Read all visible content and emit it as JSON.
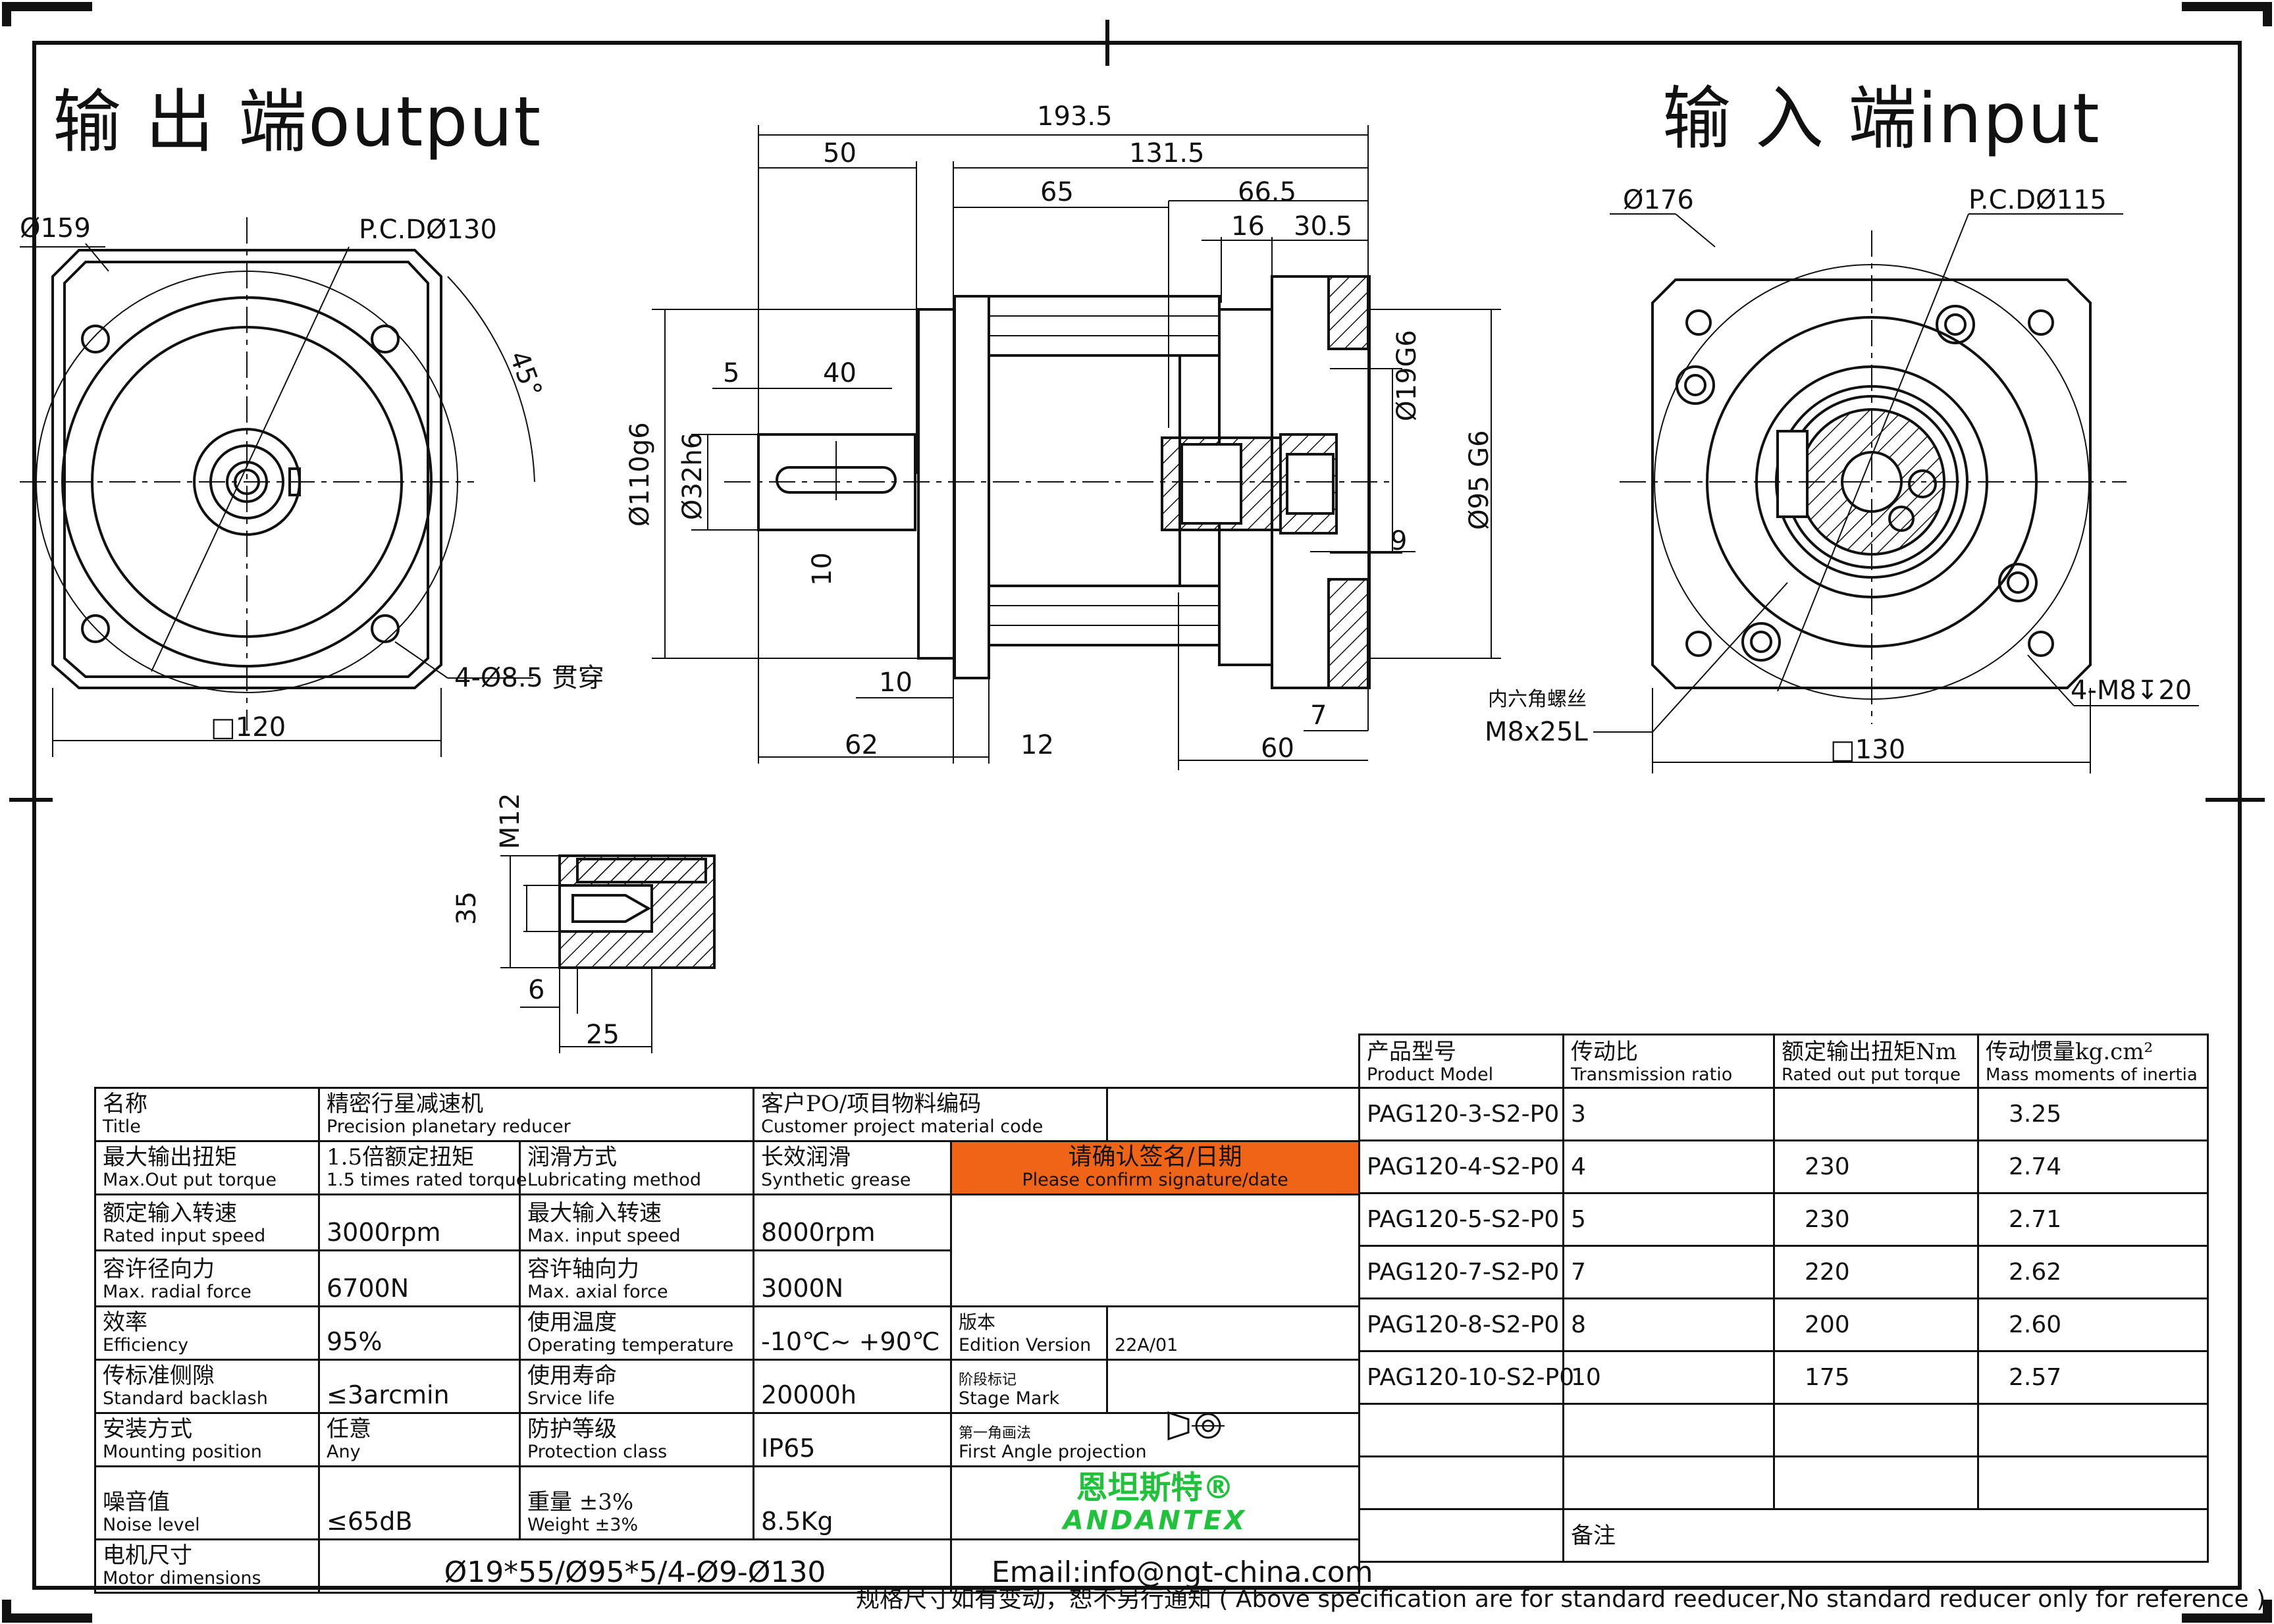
{
  "headings": {
    "output": "输 出 端output",
    "input": "输 入 端input"
  },
  "dims": {
    "out_dia": "Ø159",
    "out_pcd": "P.C.DØ130",
    "out_angle": "45°",
    "out_holes": "4-Ø8.5 贯穿",
    "out_square": "□120",
    "side_total": "193.5",
    "side_50": "50",
    "side_131": "131.5",
    "side_65": "65",
    "side_66": "66.5",
    "side_16": "16",
    "side_30": "30.5",
    "side_5": "5",
    "side_40": "40",
    "side_d110": "Ø110g6",
    "side_d32": "Ø32h6",
    "side_d19": "Ø19G6",
    "side_d95": "Ø95 G6",
    "side_10v": "10",
    "side_10": "10",
    "side_9": "9",
    "side_7": "7",
    "side_62": "62",
    "side_12": "12",
    "side_60": "60",
    "in_dia": "Ø176",
    "in_pcd": "P.C.DØ115",
    "in_screw_zh": "内六角螺丝",
    "in_screw": "M8x25L",
    "in_holes": "4-M8↧20",
    "in_square": "□130",
    "det_m12": "M12",
    "det_35": "35",
    "det_6": "6",
    "det_25": "25"
  },
  "spec": {
    "title_zh": "名称",
    "title_en": "Title",
    "title_val_zh": "精密行星减速机",
    "title_val_en": "Precision planetary reducer",
    "cust_zh": "客户PO/项目物料编码",
    "cust_en": "Customer project material code",
    "torque_zh": "最大输出扭矩",
    "torque_en": "Max.Out put torque",
    "torque_val_zh": "1.5倍额定扭矩",
    "torque_val_en": "1.5 times rated torque",
    "lube_zh": "润滑方式",
    "lube_en": "Lubricating method",
    "lube_val_zh": "长效润滑",
    "lube_val_en": "Synthetic grease",
    "confirm_zh": "请确认签名/日期",
    "confirm_en": "Please confirm signature/date",
    "rspeed_zh": "额定输入转速",
    "rspeed_en": "Rated input speed",
    "rspeed_val": "3000rpm",
    "mspeed_zh": "最大输入转速",
    "mspeed_en": "Max. input speed",
    "mspeed_val": "8000rpm",
    "radial_zh": "容许径向力",
    "radial_en": "Max. radial force",
    "radial_val": "6700N",
    "axial_zh": "容许轴向力",
    "axial_en": "Max. axial force",
    "axial_val": "3000N",
    "eff_zh": "效率",
    "eff_en": "Efficiency",
    "eff_val": "95%",
    "temp_zh": "使用温度",
    "temp_en": "Operating temperature",
    "temp_val": "-10℃~ +90℃",
    "edition_zh": "版本",
    "edition_en": "Edition Version",
    "edition_val": "22A/01",
    "backlash_zh": "传标准侧隙",
    "backlash_en": "Standard backlash",
    "backlash_val": "≤3arcmin",
    "life_zh": "使用寿命",
    "life_en": "Srvice life",
    "life_val": "20000h",
    "stage_zh": "阶段标记",
    "stage_en": "Stage Mark",
    "mount_zh": "安装方式",
    "mount_en": "Mounting position",
    "mount_val_zh": "任意",
    "mount_val_en": "Any",
    "prot_zh": "防护等级",
    "prot_en": "Protection class",
    "prot_val": "IP65",
    "proj_zh": "第一角画法",
    "proj_en": "First Angle projection",
    "noise_zh": "噪音值",
    "noise_en": "Noise level",
    "noise_val": "≤65dB",
    "weight_zh": "重量 ±3%",
    "weight_en": "Weight ±3%",
    "weight_val": "8.5Kg",
    "brand_zh": "恩坦斯特®",
    "brand_en": "ANDANTEX",
    "motor_zh": "电机尺寸",
    "motor_en": "Motor dimensions",
    "motor_val": "Ø19*55/Ø95*5/4-Ø9-Ø130",
    "email": "Email:info@ngt-china.com",
    "remark": "备注"
  },
  "models": {
    "h_model_zh": "产品型号",
    "h_model_en": "Product Model",
    "h_ratio_zh": "传动比",
    "h_ratio_en": "Transmission ratio",
    "h_torque_zh": "额定输出扭矩Nm",
    "h_torque_en": "Rated out put torque",
    "h_inertia_zh": "传动惯量kg.cm²",
    "h_inertia_en": "Mass moments of inertia",
    "rows": [
      {
        "model": "PAG120-3-S2-P0",
        "ratio": "3",
        "torque": "",
        "inertia": "3.25"
      },
      {
        "model": "PAG120-4-S2-P0",
        "ratio": "4",
        "torque": "230",
        "inertia": "2.74"
      },
      {
        "model": "PAG120-5-S2-P0",
        "ratio": "5",
        "torque": "230",
        "inertia": "2.71"
      },
      {
        "model": "PAG120-7-S2-P0",
        "ratio": "7",
        "torque": "220",
        "inertia": "2.62"
      },
      {
        "model": "PAG120-8-S2-P0",
        "ratio": "8",
        "torque": "200",
        "inertia": "2.60"
      },
      {
        "model": "PAG120-10-S2-P0",
        "ratio": "10",
        "torque": "175",
        "inertia": "2.57"
      }
    ]
  },
  "footnote": "规格尺寸如有变动，恕不另行通知 ( Above specification are for standard reeducer,No standard reducer only for reference )"
}
